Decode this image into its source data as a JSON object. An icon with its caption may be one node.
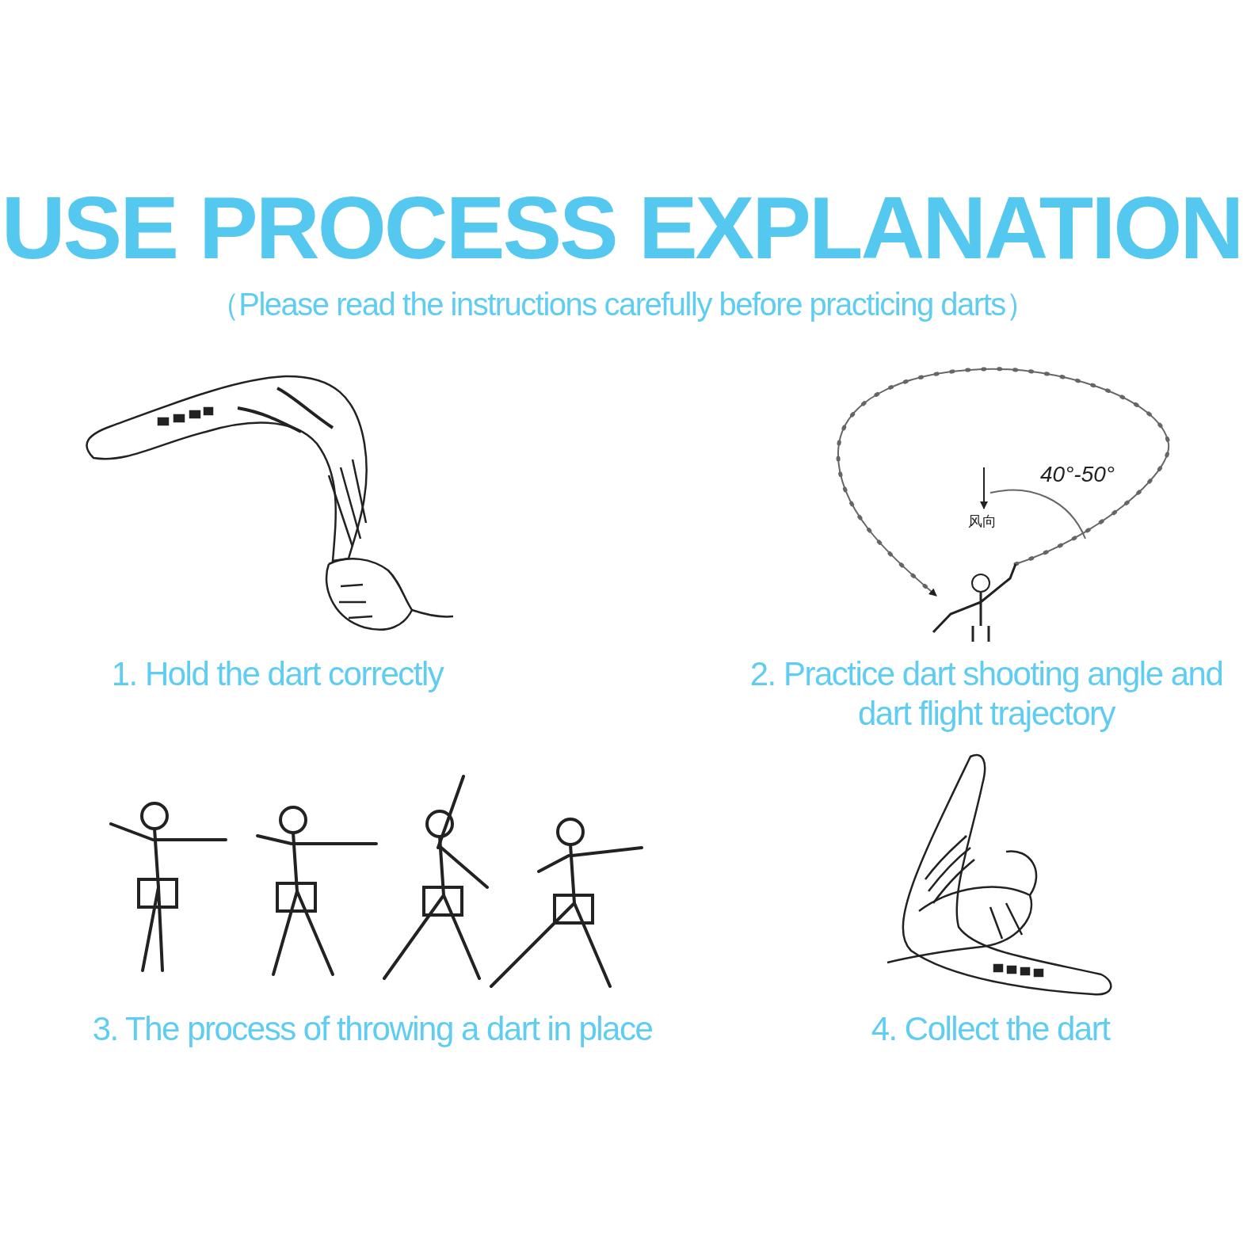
{
  "diagram": {
    "title": "USE PROCESS EXPLANATION",
    "labels": [
      "（Please read the instructions carefully before practicing darts）",
      "40°-50°",
      "风向",
      "1. Hold the dart correctly",
      "2. Practice dart shooting angle and dart flight trajectory",
      "3. The process of throwing a dart in place",
      "4. Collect the dart"
    ]
  }
}
